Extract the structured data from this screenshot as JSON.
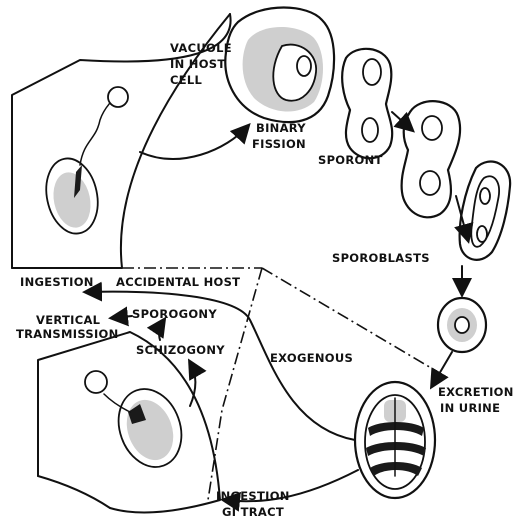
{
  "labels": {
    "vacuole_1": "VACUOLE",
    "vacuole_2": "IN HOST",
    "vacuole_3": "CELL",
    "binary_1": "BINARY",
    "binary_2": "FISSION",
    "sporont": "SPORONT",
    "sporoblasts": "SPOROBLASTS",
    "ingestion_top": "INGESTION",
    "accidental_host": "ACCIDENTAL HOST",
    "vertical_1": "VERTICAL",
    "vertical_2": "TRANSMISSION",
    "sporogony": "SPOROGONY",
    "schizogony": "SCHIZOGONY",
    "exogenous": "EXOGENOUS",
    "excretion_1": "EXCRETION",
    "excretion_2": "IN URINE",
    "ingestion_gi_1": "INGESTION",
    "ingestion_gi_2": "GI TRACT"
  }
}
